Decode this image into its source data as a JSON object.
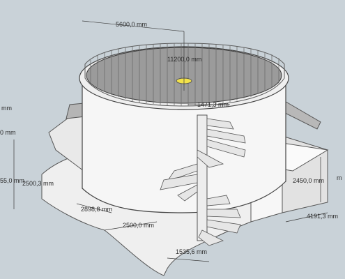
{
  "viewport": {
    "background": "#c9d2d8",
    "edge_color": "#3a3a3a",
    "wall_color": "#f4f4f4",
    "roof_color": "#9a9a9a",
    "accent": "#f3e24a"
  },
  "dimensions": {
    "top_width": "5600,0 mm",
    "diameter": "11200,0 mm",
    "stair_height": "1471,3 mm",
    "left_partial_1": "mm",
    "left_partial_2": "0 mm",
    "left_partial_3": "55,0 mm",
    "left_height": "2500,3 mm",
    "base_depth": "2898,8 mm",
    "base_width": "2500,0 mm",
    "stair_radius": "1535,6 mm",
    "annex_height": "2450,0 mm",
    "annex_width": "4191,3 mm",
    "right_small": "m"
  }
}
